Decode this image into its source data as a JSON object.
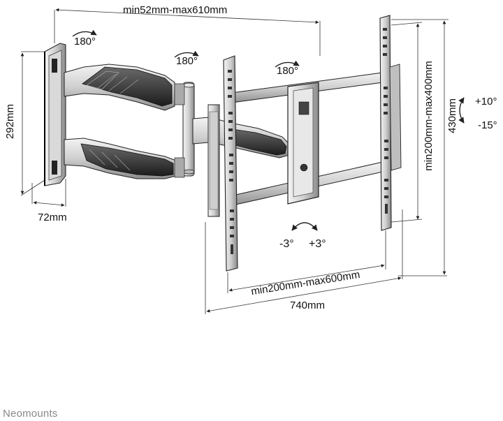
{
  "dimensions": {
    "arm_extension": "min52mm-max610mm",
    "wall_plate_height": "292mm",
    "wall_plate_depth": "72mm",
    "vesa_vertical": "min200mm-max400mm",
    "bracket_height": "430mm",
    "vesa_horizontal": "min200mm-max600mm",
    "bracket_width": "740mm"
  },
  "swivel": {
    "joint_1": "180°",
    "joint_2": "180°",
    "joint_3": "180°"
  },
  "tilt": {
    "up": "+10°",
    "down": "-15°"
  },
  "rotation": {
    "left": "-3°",
    "right": "+3°"
  },
  "brand": "Neomounts"
}
